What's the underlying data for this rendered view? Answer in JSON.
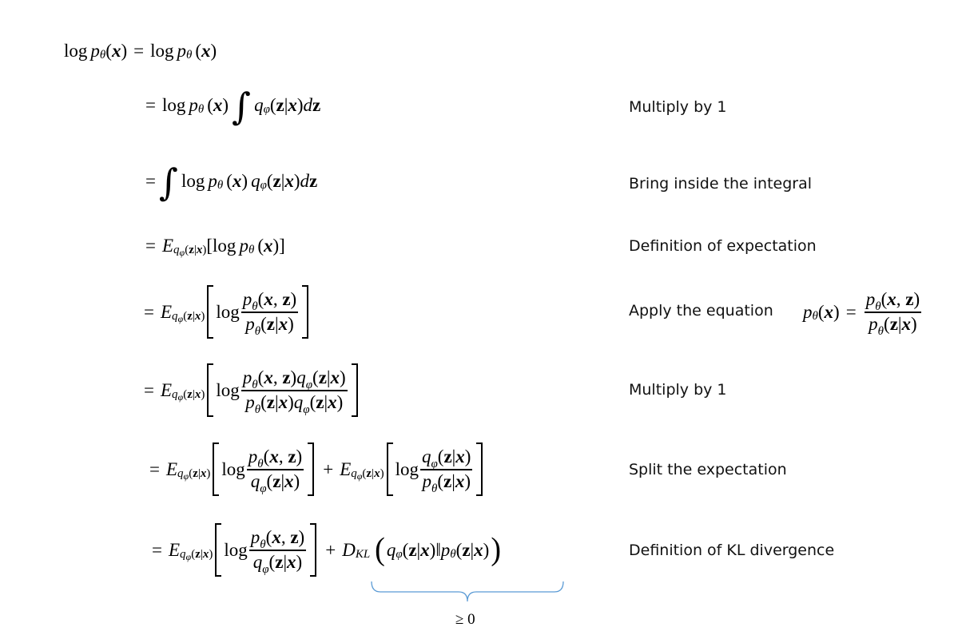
{
  "math": {
    "line1": {
      "lhs_log": "log",
      "p": "p",
      "theta": "θ",
      "x": "x",
      "eq": "=",
      "rhs_log": "log"
    },
    "eq": "=",
    "log": "log",
    "E": "E",
    "q": "q",
    "phi": "φ",
    "p": "p",
    "theta": "θ",
    "z": "z",
    "x": "x",
    "bar": "|",
    "d": "d",
    "D": "D",
    "KL": "KL",
    "plus": "+",
    "comma": ",",
    "lparen": "(",
    "rparen": ")",
    "lbracket": "[",
    "rbracket": "]",
    "parallel": "‖",
    "geq_zero": "≥ 0"
  },
  "annotations": {
    "multiply_by_1_a": "Multiply by 1",
    "bring_inside": "Bring inside the integral",
    "def_expectation": "Definition of expectation",
    "apply_equation": "Apply the equation",
    "multiply_by_1_b": "Multiply by  1",
    "split_expectation": "Split the expectation",
    "def_kl": "Definition of KL divergence"
  },
  "colors": {
    "brace": "#5b9bd5",
    "text": "#000000"
  }
}
